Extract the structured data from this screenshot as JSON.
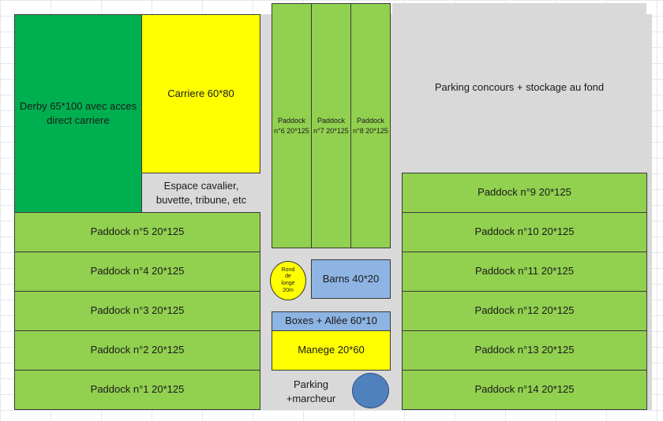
{
  "zones": {
    "derby": "Derby 65*100 avec acces\ndirect carriere",
    "carriere": "Carriere 60*80",
    "espace": "Espace cavalier,\nbuvette, tribune, etc",
    "parking_concours": "Parking concours + stockage au fond",
    "barns": "Barns 40*20",
    "rond": "Rond\nde\nlonge\n20m",
    "boxes": "Boxes + Allée 60*10",
    "manege": "Manege 20*60",
    "parking_marcheur": "Parking\n+marcheur"
  },
  "paddocks_vertical": [
    "Paddock\nn°6 20*125",
    "Paddock\nn°7 20*125",
    "Paddock\nn°8 20*125"
  ],
  "paddocks_left": [
    "Paddock n°5 20*125",
    "Paddock n°4 20*125",
    "Paddock n°3 20*125",
    "Paddock n°2 20*125",
    "Paddock n°1 20*125"
  ],
  "paddocks_right": [
    "Paddock n°9 20*125",
    "Paddock n°10 20*125",
    "Paddock n°11 20*125",
    "Paddock n°12 20*125",
    "Paddock n°13 20*125",
    "Paddock n°14 20*125"
  ],
  "colors": {
    "paddock": "#92d050",
    "derby": "#00b050",
    "carriere": "#ffff00",
    "barns": "#8db4e2",
    "circle_walker": "#4f81bd",
    "ground": "#d9d9d9"
  }
}
